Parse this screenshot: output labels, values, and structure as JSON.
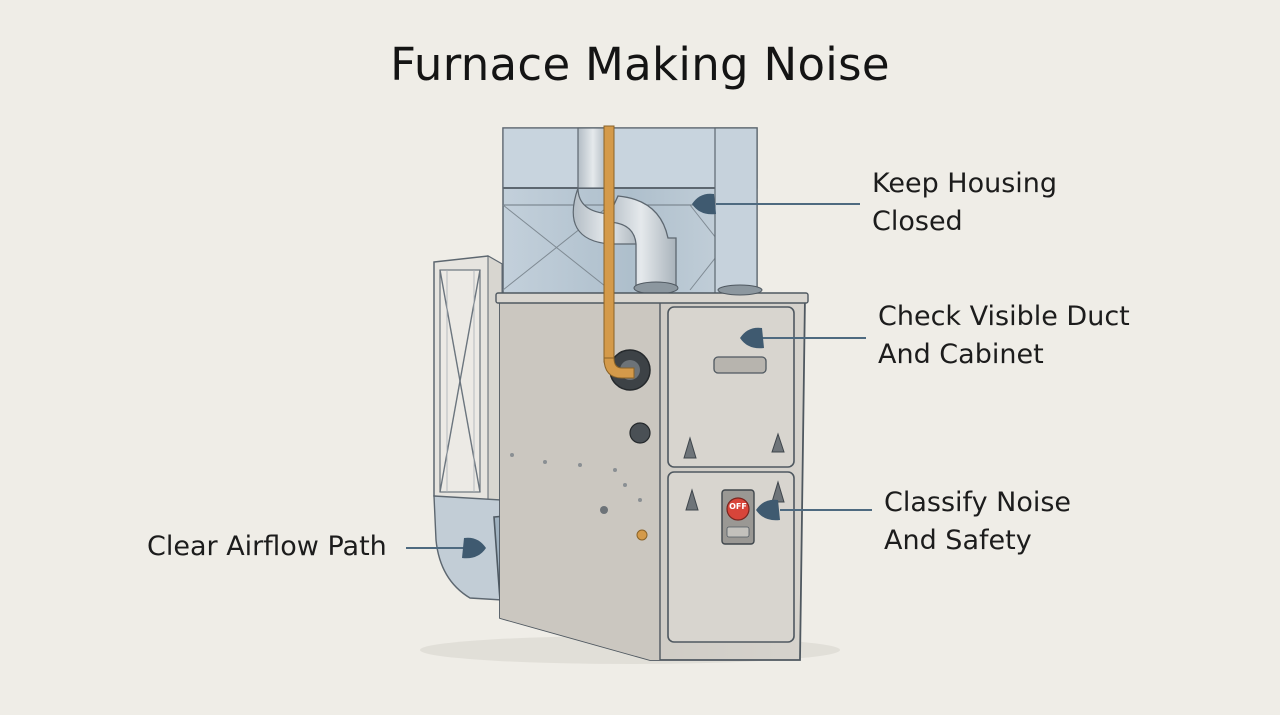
{
  "title": "Furnace Making Noise",
  "callouts": [
    {
      "id": "keep-housing-closed",
      "lines": [
        "Keep Housing",
        "Closed"
      ]
    },
    {
      "id": "check-visible-duct",
      "lines": [
        "Check Visible Duct",
        "And Cabinet"
      ]
    },
    {
      "id": "classify-noise",
      "lines": [
        "Classify Noise",
        "And Safety"
      ]
    },
    {
      "id": "clear-airflow-path",
      "lines": [
        "Clear Airflow Path"
      ]
    }
  ],
  "panel_badge": "OFF",
  "colors": {
    "background": "#efede7",
    "cabinet": "#cfcbc4",
    "duct": "#aebfcc",
    "pipe": "#d49a4a",
    "leader": "#4e6a80",
    "badge": "#d8453a"
  }
}
